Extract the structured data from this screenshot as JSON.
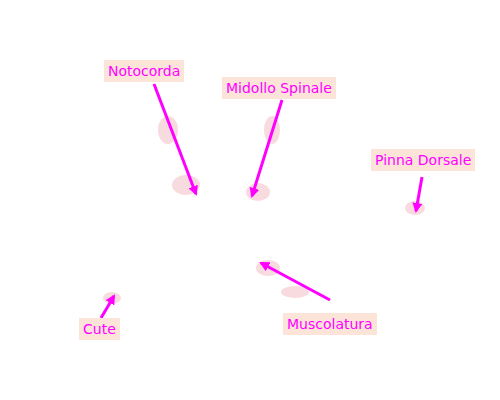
{
  "diagram": {
    "nodes": [
      {
        "text": [
          "Notocorda"
        ]
      },
      {
        "text": [
          "Midollo Spinale"
        ]
      },
      {
        "text": [
          "Pinna Dorsale"
        ]
      },
      {
        "text": [
          "Cute"
        ]
      },
      {
        "text": [
          "Muscolatura"
        ]
      }
    ]
  }
}
